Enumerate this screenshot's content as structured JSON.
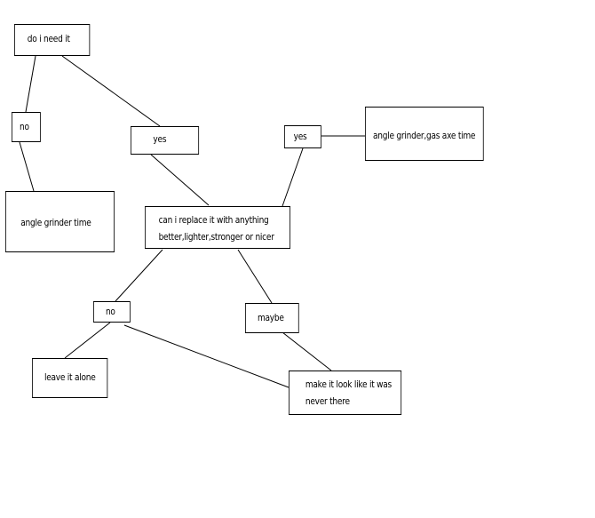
{
  "diagram": {
    "nodes": {
      "do_i_need_it": "do i need it",
      "no_1": "no",
      "yes_1": "yes",
      "angle_grinder_time": "angle grinder time",
      "yes_2": "yes",
      "angle_grinder_gas_axe_time": "angle grinder,gas axe time",
      "replace_line1": "can i replace it with anything",
      "replace_line2": "better,lighter,stronger or nicer",
      "no_2": "no",
      "maybe": "maybe",
      "leave_it_alone": "leave it alone",
      "make_line1": "make it look like it was",
      "make_line2": "never there"
    },
    "colors": {
      "stroke": "#000000",
      "background": "#ffffff"
    }
  }
}
